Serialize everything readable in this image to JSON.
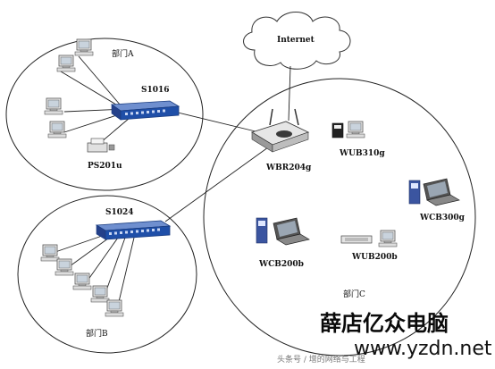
{
  "diagram": {
    "labels": {
      "internet": "Internet",
      "switch_a": "S1016",
      "dept_a": "部门A",
      "print_server": "PS201u",
      "router": "WBR204g",
      "switch_b": "S1024",
      "dept_b": "部门B",
      "bridge": "WUB310g",
      "card_300": "WCB300g",
      "card_200": "WCB200b",
      "usb_200": "WUB200b",
      "dept_c": "部门C"
    }
  },
  "watermark": {
    "brand": "薛店亿众电脑",
    "url": "www.yzdn.net",
    "source": "头条号 / 增的网络与工程"
  },
  "colors": {
    "line": "#222222",
    "switch_blue": "#1f4fa8",
    "cloud": "#ffffff"
  }
}
